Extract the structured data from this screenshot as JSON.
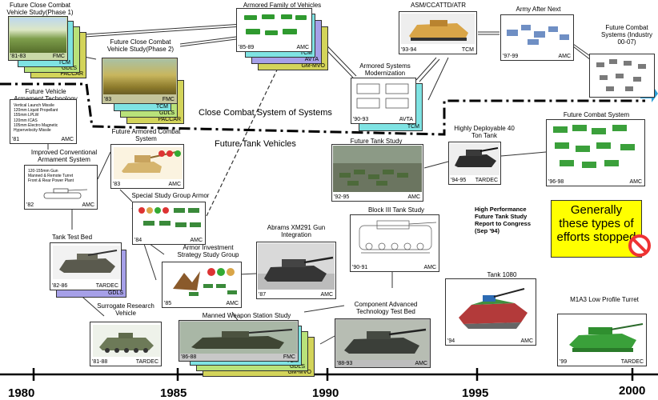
{
  "colors": {
    "cyan": "#7fe3e3",
    "green": "#b9e27a",
    "purple": "#a6a0e8",
    "yellow": "#d3d45a",
    "callout": "#ffff00",
    "arrowBlue": "#2a9fd6",
    "stop": "#e33"
  },
  "timeline": {
    "years": [
      "1980",
      "1985",
      "1990",
      "1995",
      "2000"
    ]
  },
  "regions": {
    "ccs": "Close Combat System of Systems",
    "ftv": "Future Tank Vehicles"
  },
  "callout": {
    "text": "Generally these types of efforts stopped"
  },
  "report": {
    "text": "High Performance Future Tank Study Report to Congress (Sep '94)"
  },
  "cards": {
    "fccvs1": {
      "title": "Future Close Combat Vehicle Study(Phase 1)",
      "years": "'81-83",
      "layers": [
        "FMC",
        "TCM",
        "GDLS",
        "PACCAR"
      ]
    },
    "fccvs2": {
      "title": "Future Close Combat Vehicle Study(Phase 2)",
      "years": "'83",
      "layers": [
        "FMC",
        "TCM",
        "GDLS",
        "PACCAR"
      ]
    },
    "afv": {
      "title": "Armored Family of Vehicles",
      "years": "'85-89",
      "layers": [
        "AMC",
        "TCM",
        "AVTA",
        "GM-MVO"
      ]
    },
    "asm": {
      "title": "ASM/CCATTD/ATR",
      "years": "'93-94",
      "org": "TCM"
    },
    "aan": {
      "title": "Army After Next",
      "years": "'97-99",
      "org": "AMC"
    },
    "fcsi": {
      "title": "Future Combat Systems (Industry 00-07)"
    },
    "asmod": {
      "title": "Armored Systems Modernization",
      "years": "'90-93",
      "layers": [
        "AVTA",
        "TCM"
      ]
    },
    "fvat": {
      "title": "Future Vehicle Armament Technology",
      "years": "'81",
      "org": "AMC",
      "items": [
        "Vertical Launch Missile",
        "120mm Liquid Propellant",
        "155mm LPLW",
        "120mm ICAS",
        "105mm Electro Magnetic",
        "Hypervelocity Missile"
      ]
    },
    "icas": {
      "title": "Improved Conventional Armament System",
      "years": "'82",
      "org": "AMC",
      "items": [
        "120-155mm Gun",
        "Manned & Remote Turret",
        "Front & Rear Power Plant"
      ]
    },
    "facs": {
      "title": "Future Armored Combat System",
      "years": "'83",
      "org": "AMC"
    },
    "ssga": {
      "title": "Special Study Group Armor",
      "years": "'84",
      "org": "AMC"
    },
    "ttb": {
      "title": "Tank Test Bed",
      "years": "'82-86",
      "org": "TARDEC",
      "layers": [
        "GDLS"
      ]
    },
    "aissg": {
      "title": "Armor Investment Strategy Study Group",
      "years": "'85",
      "org": "AMC"
    },
    "srv": {
      "title": "Surrogate Research Vehicle",
      "years": "'81-88",
      "org": "TARDEC"
    },
    "mwss": {
      "title": "Manned Weapon Station Study",
      "years": "'86-88",
      "layers": [
        "FMC",
        "TCM",
        "GDLS",
        "GM-MVO"
      ]
    },
    "abrams": {
      "title": "Abrams XM291 Gun Integration",
      "years": "'87",
      "org": "AMC"
    },
    "catt": {
      "title": "Component Advanced Technology Test Bed",
      "years": "'88-93",
      "org": "AMC"
    },
    "fts": {
      "title": "Future Tank Study",
      "years": "'92-95",
      "org": "AMC"
    },
    "hd40": {
      "title": "Highly Deployable 40 Ton Tank",
      "years": "'94-95",
      "org": "TARDEC"
    },
    "fcs": {
      "title": "Future Combat System",
      "years": "'96-98",
      "org": "AMC"
    },
    "b3": {
      "title": "Block III Tank Study",
      "years": "'90-91",
      "org": "AMC"
    },
    "t1080": {
      "title": "Tank 1080",
      "years": "'94",
      "org": "AMC"
    },
    "m1a3": {
      "title": "M1A3 Low Profile Turret",
      "years": "'99",
      "org": "TARDEC"
    }
  }
}
